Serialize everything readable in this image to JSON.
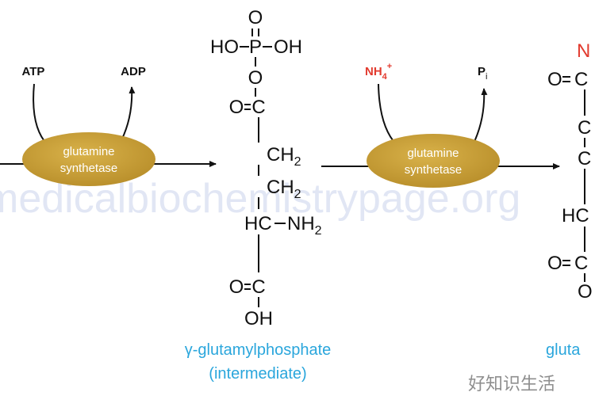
{
  "watermark": "medicalbiochemistrypage.org",
  "watermark_corner": "好知识生活",
  "colors": {
    "enzyme": "#c9a13a",
    "caption": "#2aa6dc",
    "ammonium": "#e23b2f",
    "text": "#111111"
  },
  "step1": {
    "input_label": "ATP",
    "output_label": "ADP",
    "enzyme_line1": "glutamine",
    "enzyme_line2": "synthetase"
  },
  "intermediate": {
    "o_top": "O",
    "ho_left": "HO",
    "p": "P",
    "oh_right": "OH",
    "o_link": "O",
    "o_carbonyl": "O",
    "c_carbonyl": "C",
    "ch2_a": "CH",
    "ch2_a_sub": "2",
    "ch2_b": "CH",
    "ch2_b_sub": "2",
    "hc": "HC",
    "nh2": "NH",
    "nh2_sub": "2",
    "o_acid": "O",
    "c_acid": "C",
    "oh_acid": "OH",
    "caption_line1": "γ-glutamylphosphate",
    "caption_line2": "(intermediate)"
  },
  "step2": {
    "input_label": "NH",
    "input_sub": "4",
    "input_sup": "+",
    "output_label": "P",
    "output_sub": "i",
    "enzyme_line1": "glutamine",
    "enzyme_line2": "synthetase"
  },
  "product": {
    "n_top": "N",
    "o1": "O",
    "c1": "C",
    "c2": "C",
    "c3": "C",
    "hc": "HC",
    "o2": "O",
    "c4": "C",
    "o3": "O",
    "caption_partial": "gluta"
  }
}
